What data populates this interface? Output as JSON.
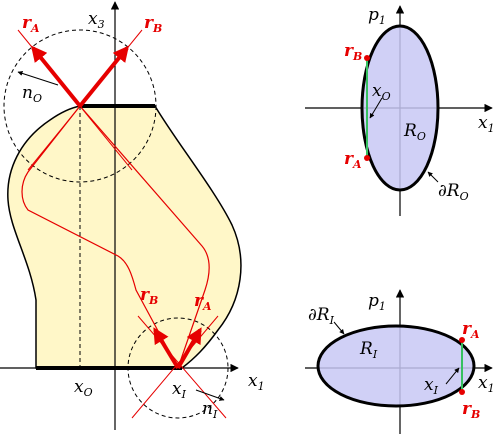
{
  "colors": {
    "region_fill": "#fff7c8",
    "ellipse_fill": "#c8c8f5",
    "ray": "#e60000",
    "segment": "#36c060",
    "axis": "#000000"
  },
  "labels": {
    "x3": {
      "main": "x",
      "sub": "3"
    },
    "x1_main": {
      "main": "x",
      "sub": "1"
    },
    "xO_main": {
      "main": "x",
      "sub": "O"
    },
    "xI_main": {
      "main": "x",
      "sub": "I"
    },
    "nO": {
      "main": "n",
      "sub": "O"
    },
    "nI": {
      "main": "n",
      "sub": "I"
    },
    "rA_top": {
      "main": "r",
      "sub": "A"
    },
    "rB_top": {
      "main": "r",
      "sub": "B"
    },
    "rA_mid": {
      "main": "r",
      "sub": "A"
    },
    "rB_mid": {
      "main": "r",
      "sub": "B"
    },
    "p1_top": {
      "main": "p",
      "sub": "1"
    },
    "x1_top": {
      "main": "x",
      "sub": "1"
    },
    "rB_top_ell": {
      "main": "r",
      "sub": "B"
    },
    "rA_top_ell": {
      "main": "r",
      "sub": "A"
    },
    "xO_top_ell": {
      "main": "x",
      "sub": "O"
    },
    "RO": {
      "main": "R",
      "sub": "O"
    },
    "dRO": {
      "main": "∂R",
      "sub": "O"
    },
    "p1_bot": {
      "main": "p",
      "sub": "1"
    },
    "x1_bot": {
      "main": "x",
      "sub": "1"
    },
    "dRI": {
      "main": "∂R",
      "sub": "I"
    },
    "RI": {
      "main": "R",
      "sub": "I"
    },
    "rA_bot_ell": {
      "main": "r",
      "sub": "A"
    },
    "rB_bot_ell": {
      "main": "r",
      "sub": "B"
    },
    "xI_bot_ell": {
      "main": "x",
      "sub": "I"
    }
  }
}
